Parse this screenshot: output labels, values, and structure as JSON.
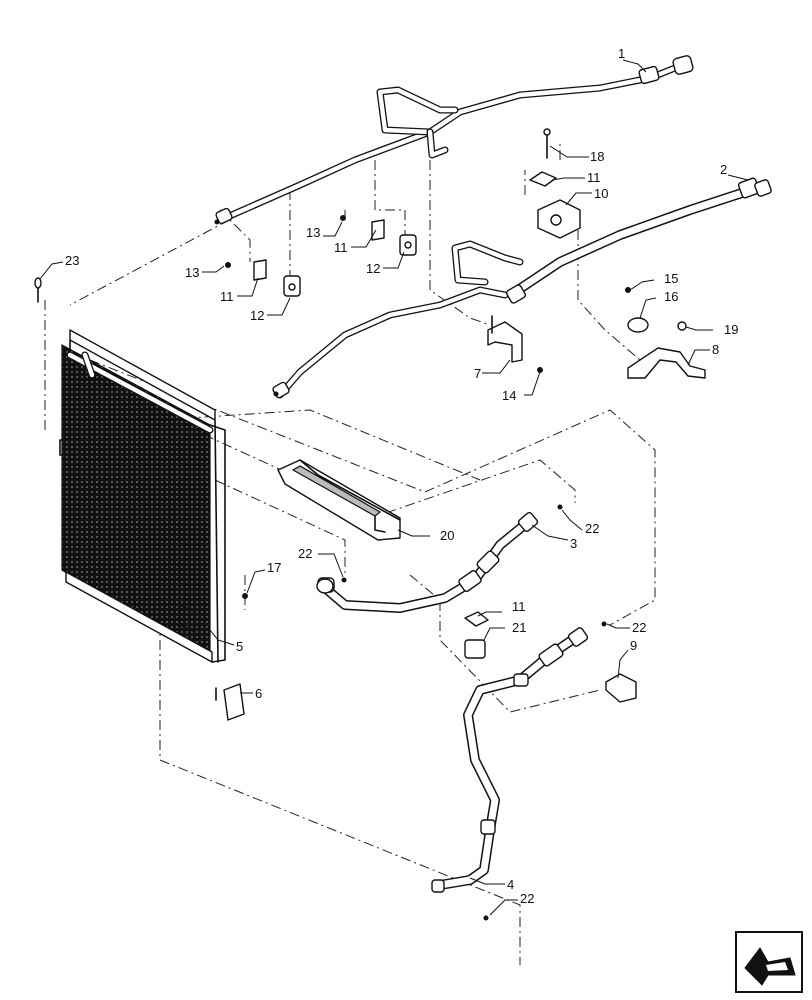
{
  "diagram": {
    "callouts": {
      "c1": "1",
      "c2": "2",
      "c3": "3",
      "c4": "4",
      "c5": "5",
      "c6": "6",
      "c7": "7",
      "c8": "8",
      "c9": "9",
      "c10": "10",
      "c11a": "11",
      "c11b": "11",
      "c11c": "11",
      "c11d": "11",
      "c12a": "12",
      "c12b": "12",
      "c13a": "13",
      "c13b": "13",
      "c14": "14",
      "c15": "15",
      "c16": "16",
      "c17": "17",
      "c18": "18",
      "c19": "19",
      "c20": "20",
      "c21": "21",
      "c22a": "22",
      "c22b": "22",
      "c22c": "22",
      "c22d": "22",
      "c23": "23"
    },
    "icons": {
      "nav": "arrow-icon"
    }
  }
}
